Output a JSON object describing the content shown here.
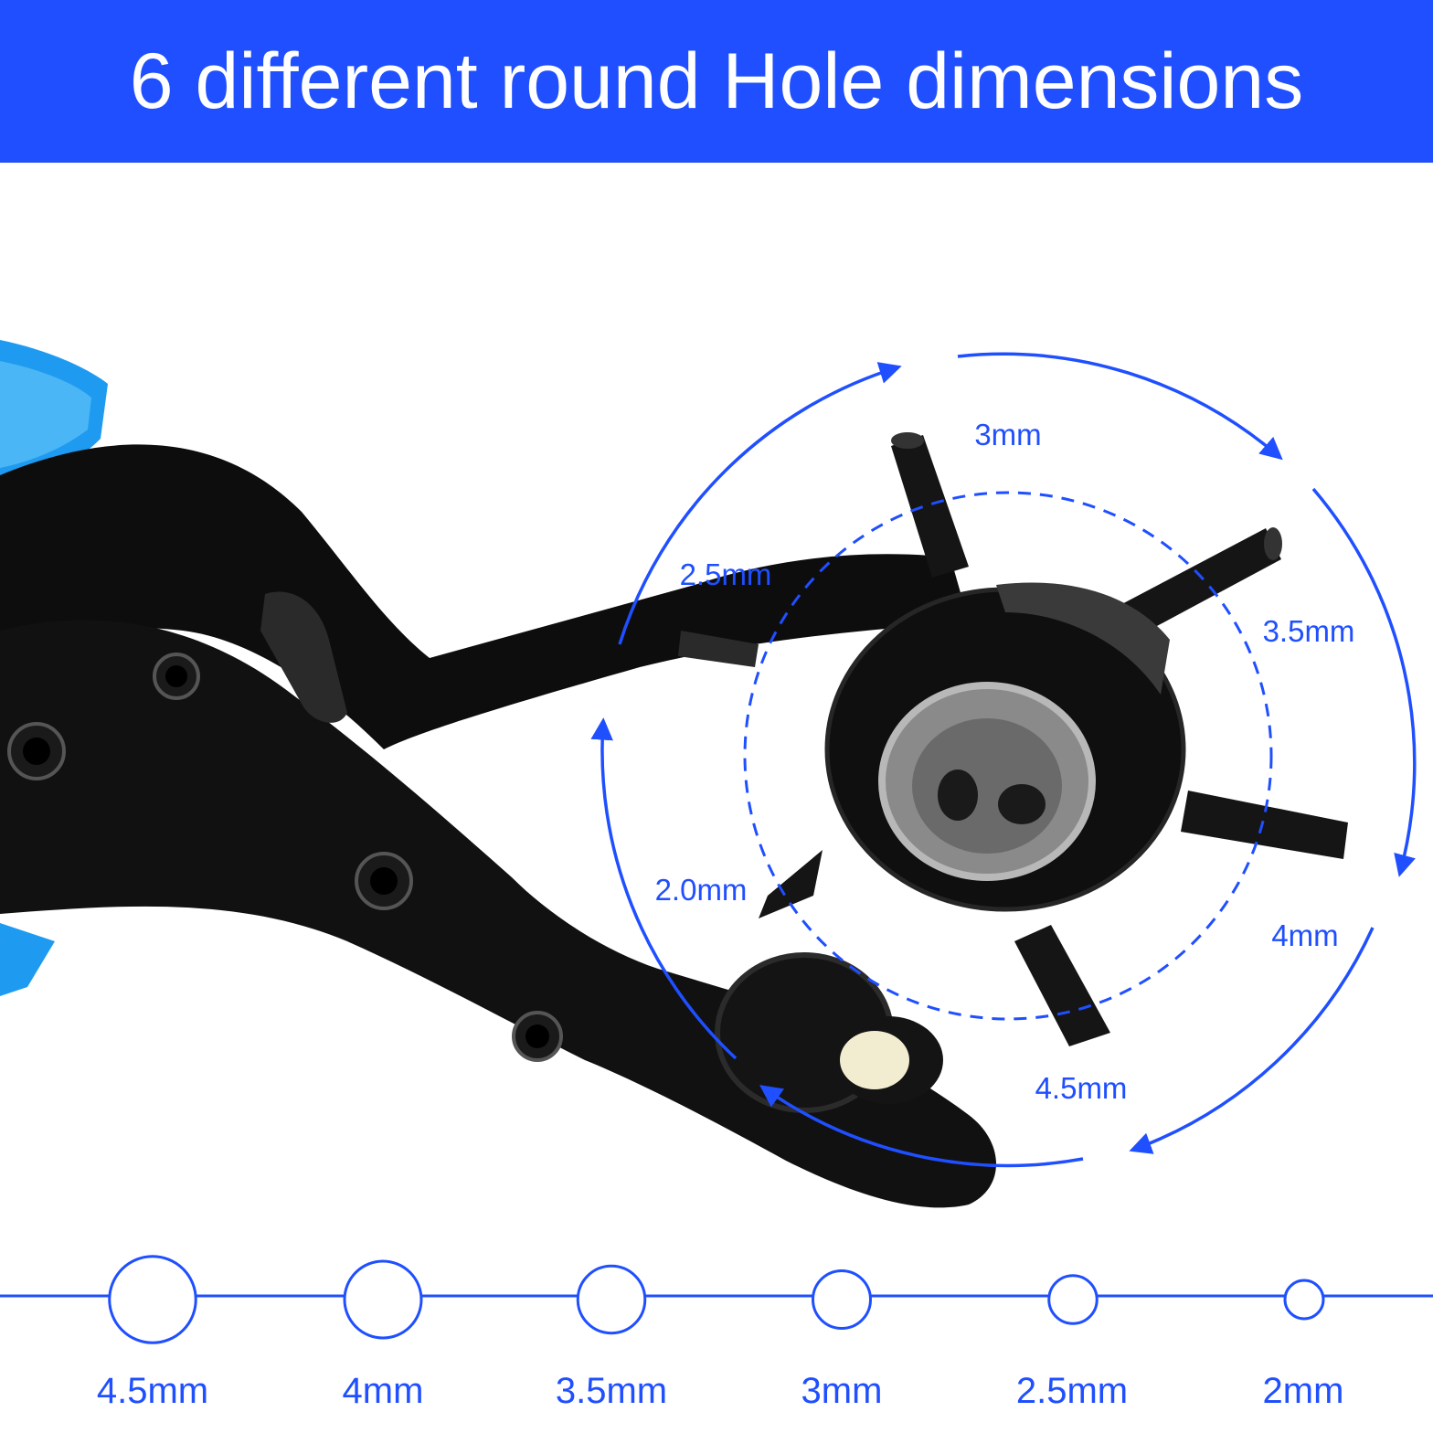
{
  "title": "6 different round Hole dimensions",
  "colors": {
    "banner": "#1f4fff",
    "accent": "#1f4fff",
    "tool_body": "#0d0d0d",
    "handle_grip": "#1e9bf0"
  },
  "punch_labels": [
    "3mm",
    "3.5mm",
    "4mm",
    "4.5mm",
    "2.0mm",
    "2.5mm"
  ],
  "size_scale": {
    "items": [
      {
        "label": "4.5mm",
        "diameter_mm": 4.5
      },
      {
        "label": "4mm",
        "diameter_mm": 4
      },
      {
        "label": "3.5mm",
        "diameter_mm": 3.5
      },
      {
        "label": "3mm",
        "diameter_mm": 3
      },
      {
        "label": "2.5mm",
        "diameter_mm": 2.5
      },
      {
        "label": "2mm",
        "diameter_mm": 2
      }
    ]
  }
}
